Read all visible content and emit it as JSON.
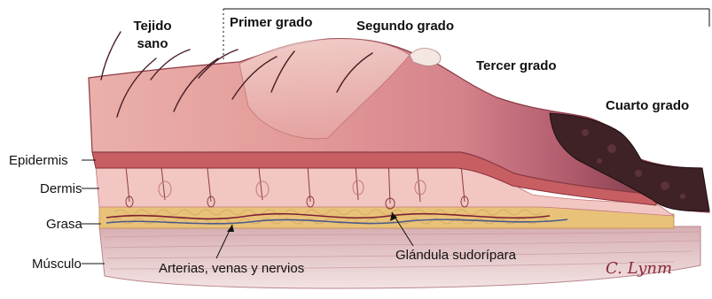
{
  "labels": {
    "healthy_tissue": "Tejido\nsano",
    "first_degree": "Primer grado",
    "second_degree": "Segundo grado",
    "third_degree": "Tercer grado",
    "fourth_degree": "Cuarto grado",
    "epidermis": "Epidermis",
    "dermis": "Dermis",
    "fat": "Grasa",
    "muscle": "Músculo",
    "vessels": "Arterias, venas y nervios",
    "sweat_gland": "Glándula sudorípara"
  },
  "signature": "C. Lynm",
  "colors": {
    "skin_surface": "#e9a7a6",
    "epidermis": "#c65a5e",
    "dermis": "#f0c3c0",
    "fat": "#e8c37c",
    "muscle": "#d9b5b8",
    "burn_dark": "#3a1e22",
    "blister": "#f3ccc8"
  }
}
